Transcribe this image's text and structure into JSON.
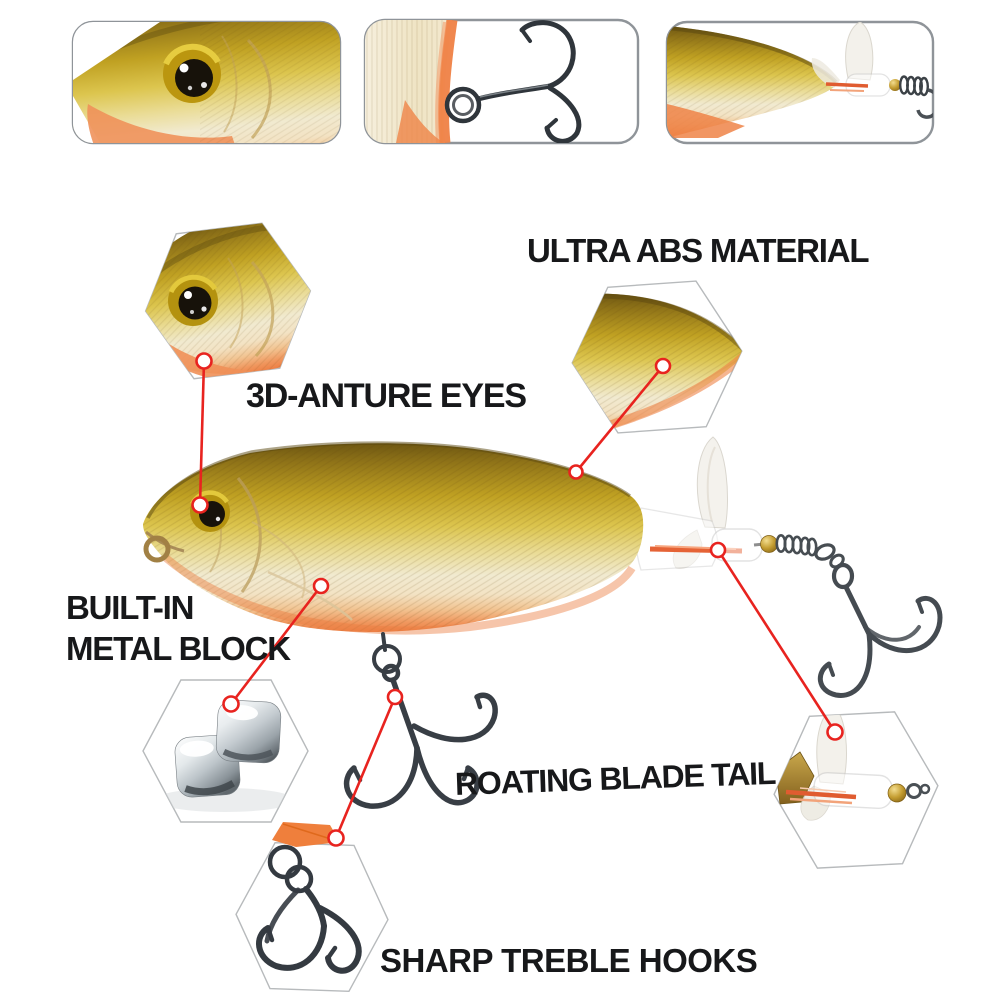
{
  "canvas": {
    "background": "#ffffff"
  },
  "colors": {
    "accent_red": "#e8231f",
    "label_text": "#17181a",
    "hexagon_border": "#b7babc",
    "thumbnail_border": "#8f9499",
    "lure_olive": "#6e5712",
    "lure_gold": "#c6a620",
    "lure_pearl": "#f0e9cc",
    "lure_belly_orange": "#ee7f44",
    "hook_metal": "#3c4248",
    "chrome_silver": "#c3cacf"
  },
  "thumbnails": [
    {
      "name": "lure-head-eye-closeup"
    },
    {
      "name": "belly-treble-hook-closeup"
    },
    {
      "name": "tail-rotating-blade-closeup"
    }
  ],
  "callouts": {
    "ultra_abs": {
      "label": "ULTRA ABS MATERIAL"
    },
    "eyes": {
      "label": "3D-ANTURE EYES"
    },
    "metal_block": {
      "line1": "BUILT-IN",
      "line2": "METAL BLOCK"
    },
    "blade_tail": {
      "label": "ROATING BLADE TAIL"
    },
    "treble_hooks": {
      "label": "SHARP TREBLE HOOKS"
    }
  }
}
